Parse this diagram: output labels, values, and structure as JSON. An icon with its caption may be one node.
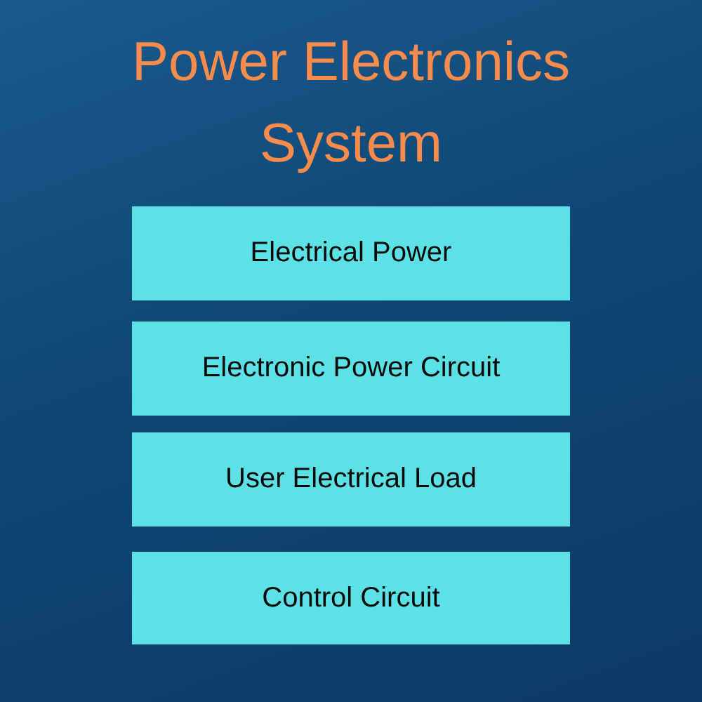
{
  "diagram": {
    "title": "Power Electronics System",
    "nodes": [
      {
        "text": [
          "Electrical Power"
        ]
      },
      {
        "text": [
          "Electronic Power Circuit"
        ]
      },
      {
        "text": [
          "User Electrical Load"
        ]
      },
      {
        "text": [
          "Control Circuit"
        ]
      }
    ]
  }
}
